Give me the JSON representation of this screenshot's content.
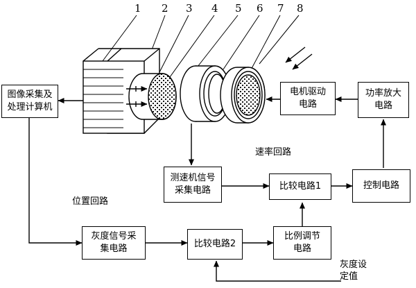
{
  "numbers": [
    "1",
    "2",
    "3",
    "4",
    "5",
    "6",
    "7",
    "8"
  ],
  "blocks": {
    "image_acq": "图像采集及\n处理计算机",
    "motor_drive": "电机驱动\n电路",
    "power_amp": "功率放大\n电路",
    "tacho": "测速机信号\n采集电路",
    "compare1": "比较电路1",
    "control": "控制电路",
    "gray_acq": "灰度信号采\n集电路",
    "compare2": "比较电路2",
    "proportional": "比例调节\n电路"
  },
  "labels": {
    "speed_loop": "速率回路",
    "position_loop": "位置回路",
    "gray_setpoint": "灰度设\n定值"
  },
  "icons": {
    "incoming_light": "double-diagonal-arrows-icon"
  }
}
